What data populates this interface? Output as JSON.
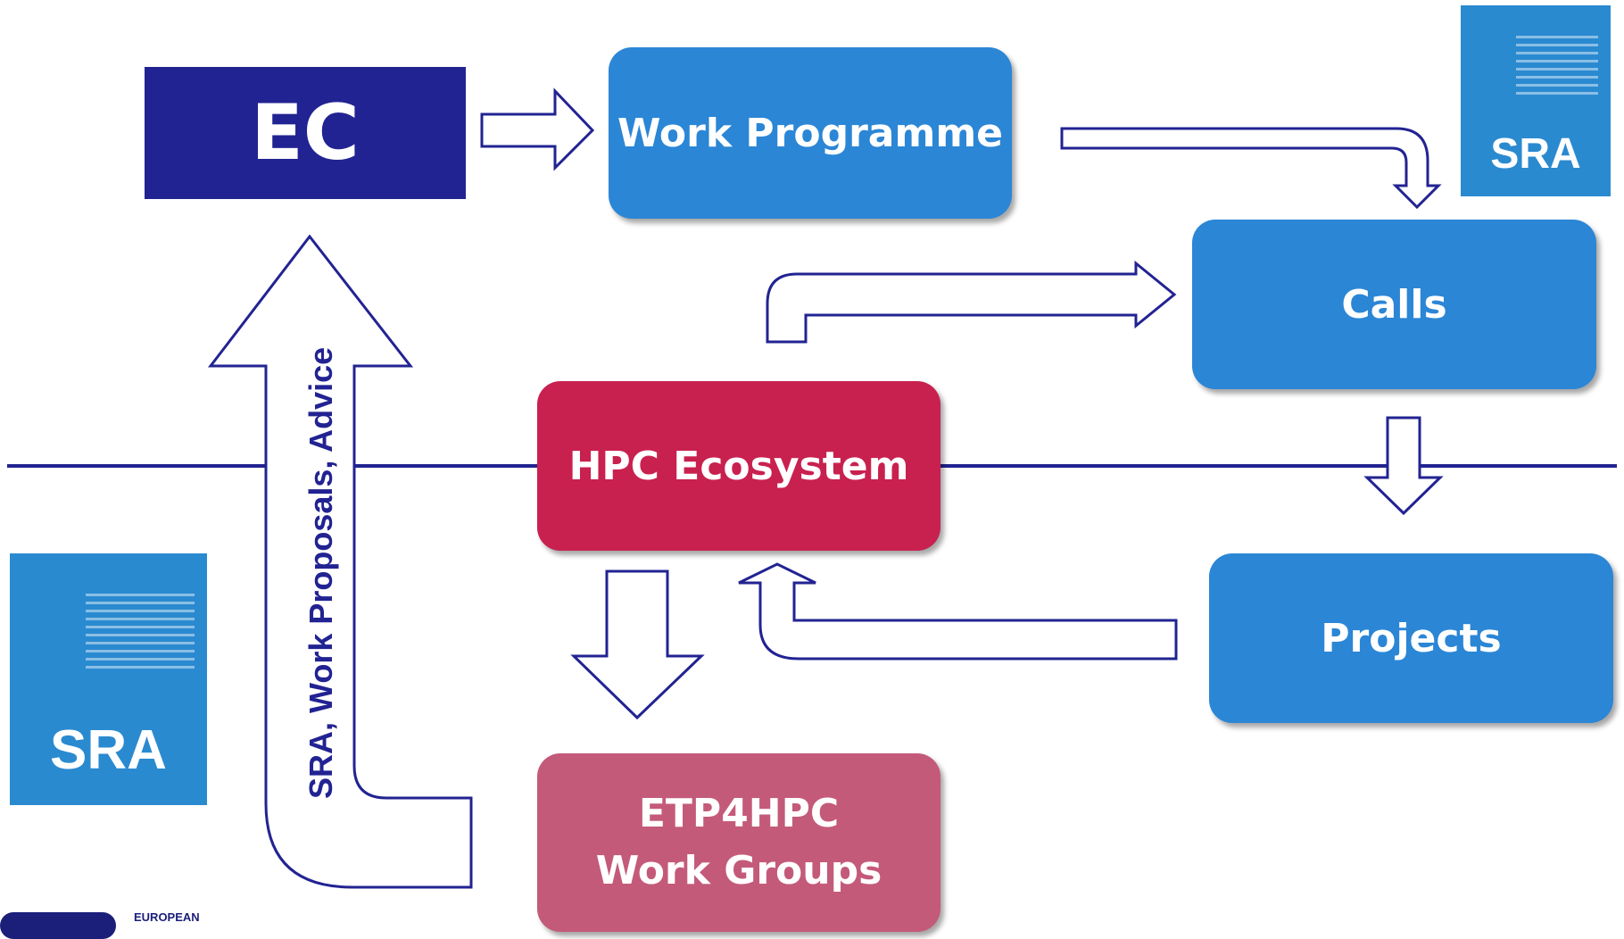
{
  "nodes": {
    "ec": "EC",
    "work_programme": "Work Programme",
    "calls": "Calls",
    "projects": "Projects",
    "hpc_ecosystem": "HPC Ecosystem",
    "etp4hpc_line1": "ETP4HPC",
    "etp4hpc_line2": "Work Groups"
  },
  "sra_badges": [
    "SRA",
    "SRA"
  ],
  "feedback_arrow_label": "SRA, Work Proposals, Advice",
  "logo_text": "EUROPEAN",
  "colors": {
    "ec": "#222392",
    "blue_box": "#2b86d6",
    "hpc": "#c8214f",
    "etp": "#c45a7a",
    "arrow_stroke": "#222392"
  }
}
